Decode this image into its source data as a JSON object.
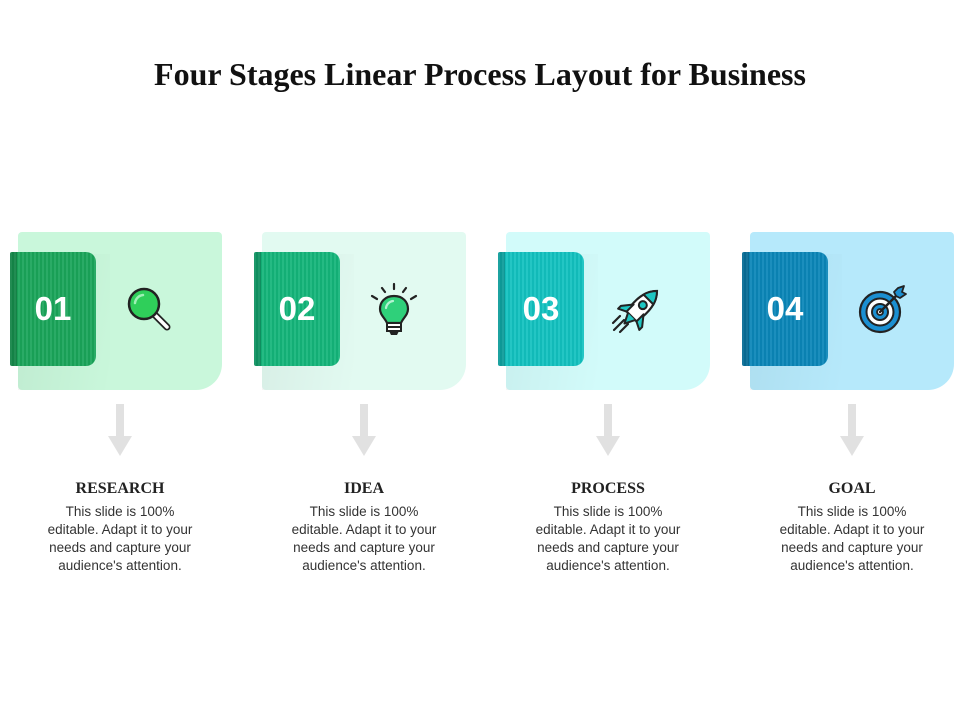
{
  "title": "Four Stages Linear Process Layout for Business",
  "stages": [
    {
      "number": "01",
      "label": "RESEARCH",
      "description": "This slide is 100% editable. Adapt it to your needs and capture your audience's attention.",
      "icon": "magnifier-icon",
      "card_color": "#c9f7db",
      "card_top_color": "#b6f2cd",
      "tab_color": "#1aa55a"
    },
    {
      "number": "02",
      "label": "IDEA",
      "description": "This slide is 100% editable. Adapt it to your needs and capture your audience's attention.",
      "icon": "lightbulb-icon",
      "card_color": "#e2faf1",
      "card_top_color": "#cdf4e5",
      "tab_color": "#14b57a"
    },
    {
      "number": "03",
      "label": "PROCESS",
      "description": "This slide is 100% editable. Adapt it to your needs and capture your audience's attention.",
      "icon": "rocket-icon",
      "card_color": "#d2fbfa",
      "card_top_color": "#bff5f3",
      "tab_color": "#12c2c0"
    },
    {
      "number": "04",
      "label": "GOAL",
      "description": "This slide is 100% editable. Adapt it to your needs and capture your audience's attention.",
      "icon": "target-icon",
      "card_color": "#b6e9fb",
      "card_top_color": "#a3e1f8",
      "tab_color": "#0a86b8"
    }
  ]
}
